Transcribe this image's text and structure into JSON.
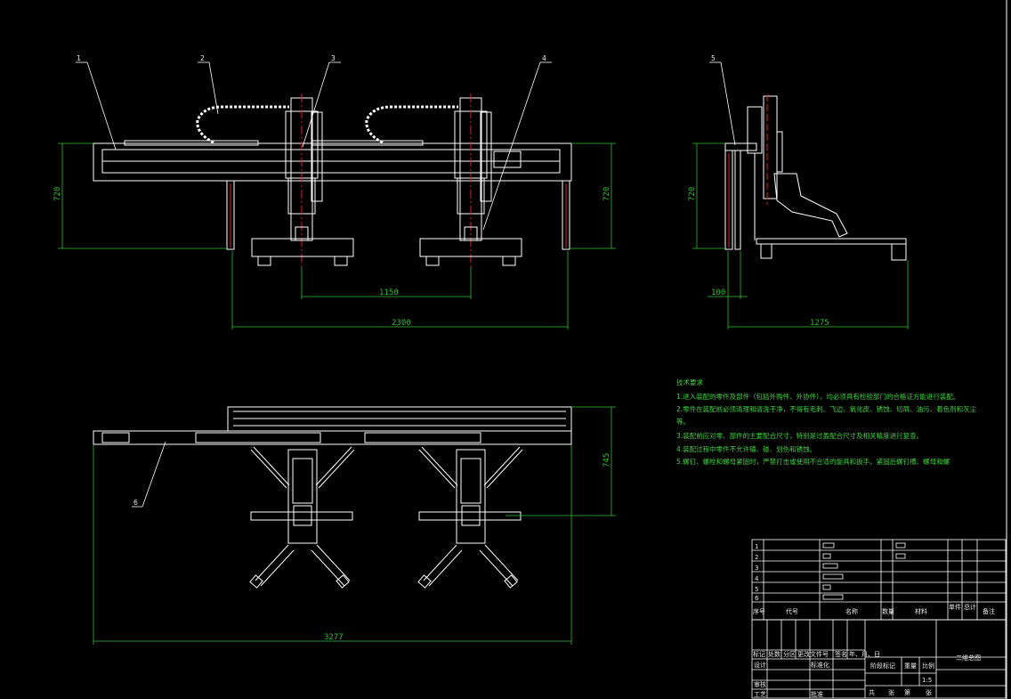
{
  "drawing": {
    "title": "二维总图",
    "balloons": [
      "1",
      "2",
      "3",
      "4",
      "5",
      "6"
    ],
    "dimensions": {
      "front_height_left": "720",
      "front_height_right": "720",
      "front_pitch": "1150",
      "front_width": "2300",
      "side_height": "720",
      "side_offset": "100",
      "side_width": "1275",
      "top_depth": "745",
      "top_length": "3277"
    },
    "technical_requirements": {
      "heading": "技术要求",
      "items": [
        "1.进入装配的零件及部件（包括外购件、外协件），均必须具有检验部门的合格证方能进行装配。",
        "2.零件在装配前必须清理和清洗干净，不得有毛刺、飞边、氧化皮、锈蚀、切屑、油污、着色剂和灰尘",
        "等。",
        "3.装配前应对零、部件的主要配合尺寸，特别是过盈配合尺寸及相关精度进行复查。",
        "4.装配过程中零件不允许磕、碰、划伤和锈蚀。",
        "5.螺钉、螺栓和螺母紧固时，严禁打击或使用不合适的旋具和扳手。紧固后螺钉槽、螺母和螺"
      ]
    },
    "bom_header": [
      "序号",
      "代号",
      "名称",
      "数量",
      "材料",
      "单件",
      "总计",
      "备注"
    ],
    "bom_rows": [
      "1",
      "2",
      "3",
      "4",
      "5",
      "6"
    ],
    "title_block": {
      "labels_row": [
        "标记",
        "处数",
        "分区",
        "更改文件号",
        "签名",
        "年、月、日"
      ],
      "design": "设计",
      "standardize": "标准化",
      "review": "审核",
      "process": "工艺",
      "approve": "批准",
      "stage_mark": "阶段标记",
      "weight": "重量",
      "scale": "比例",
      "scale_value": "1:5",
      "sheet_total": "共",
      "sheet_unit": "张",
      "sheet_no": "第"
    }
  },
  "colors": {
    "line": "#ffffff",
    "dimension": "#2fbf2f",
    "centerline": "#e02020",
    "text_green": "#3fd23f"
  }
}
